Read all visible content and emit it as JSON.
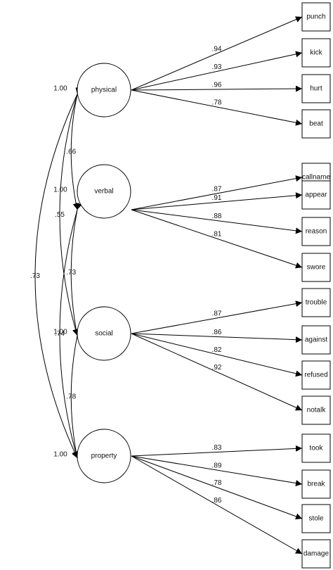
{
  "latents": [
    {
      "name": "physical",
      "variance": "1.00",
      "indicators": [
        {
          "name": "punch",
          "loading": ".94"
        },
        {
          "name": "kick",
          "loading": ".93"
        },
        {
          "name": "hurt",
          "loading": ".96"
        },
        {
          "name": "beat",
          "loading": ".78"
        }
      ]
    },
    {
      "name": "verbal",
      "variance": "1.00",
      "indicators": [
        {
          "name": "callname",
          "loading": ".87"
        },
        {
          "name": "appear",
          "loading": ".91"
        },
        {
          "name": "reason",
          "loading": ".88"
        },
        {
          "name": "swore",
          "loading": ".81"
        }
      ]
    },
    {
      "name": "social",
      "variance": "1.00",
      "indicators": [
        {
          "name": "trouble",
          "loading": ".87"
        },
        {
          "name": "against",
          "loading": ".86"
        },
        {
          "name": "refused",
          "loading": ".82"
        },
        {
          "name": "notalk",
          "loading": ".92"
        }
      ]
    },
    {
      "name": "property",
      "variance": "1.00",
      "indicators": [
        {
          "name": "took",
          "loading": ".83"
        },
        {
          "name": "break",
          "loading": ".89"
        },
        {
          "name": "stole",
          "loading": ".78"
        },
        {
          "name": "damage",
          "loading": ".86"
        }
      ]
    }
  ],
  "correlations": [
    {
      "from": 0,
      "to": 1,
      "value": ".66"
    },
    {
      "from": 1,
      "to": 2,
      "value": ".73"
    },
    {
      "from": 2,
      "to": 3,
      "value": ".78"
    },
    {
      "from": 0,
      "to": 2,
      "value": ".55"
    },
    {
      "from": 1,
      "to": 3,
      "value": ".74"
    },
    {
      "from": 0,
      "to": 3,
      "value": ".73"
    }
  ]
}
